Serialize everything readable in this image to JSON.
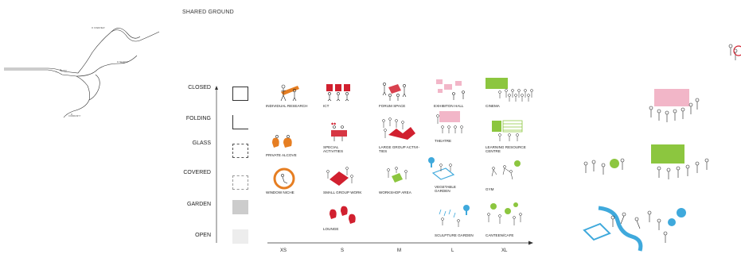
{
  "title": "SHARED GROUND",
  "map": {
    "labels": [
      "OVERVIEW",
      "ENTRY",
      "SEARCH",
      "COMMUNITY"
    ]
  },
  "rows": [
    {
      "label": "CLOSED"
    },
    {
      "label": "FOLDING"
    },
    {
      "label": "GLASS"
    },
    {
      "label": "COVERED"
    },
    {
      "label": "GARDEN"
    },
    {
      "label": "OPEN"
    }
  ],
  "spaces": {
    "individual_research": "INDIVIDUAL RESEARCH",
    "ict": "ICT",
    "forum_space": "FORUM SPACE",
    "exhibition_hall": "EXHIBITON HALL",
    "cinema": "CINEMA",
    "private_alcove": "PRIVATE ALCOVE",
    "special_activities": "SPECIAL ACTIVITIES",
    "large_group_activities": "LARGE GROUP ACTIVI- TIES",
    "theatre": "THEATRE",
    "learning_resource_centre": "LEARNING RESOURCE CENTRE",
    "window_niche": "WINDOW NICHE",
    "small_group_work": "SMALL GROUP WORK",
    "workshop_area": "WORKSHOP AREA",
    "vegetable_garden": "VEGETABLE GARDEN",
    "gym": "GYM",
    "lounge": "LOUNGE",
    "sculpture_garden": "SCULPTURE GARDEN",
    "canteen_cafe": "CANTEEN/CAFE"
  },
  "scale": [
    "XS",
    "S",
    "M",
    "L",
    "XL"
  ],
  "colors": {
    "orange": "#e67e22",
    "red": "#d1202f",
    "pink": "#f2b6c8",
    "green": "#8cc63f",
    "blue": "#3fa9dc",
    "grey": "#cccccc",
    "light_grey": "#ededed"
  }
}
